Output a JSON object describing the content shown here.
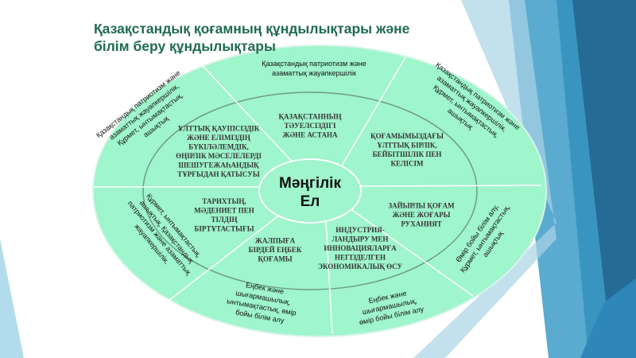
{
  "title_line1": "Қазақстандық қоғамның құндылықтары және",
  "title_line2": "білім беру құндылықтары",
  "center": {
    "line1": "Мәңгілік",
    "line2": "Ел"
  },
  "inner_segments": [
    [
      "ҚАЗАҚСТАННЫҢ",
      "ТӘУЕЛСІЗДІГІ",
      "ЖӘНЕ АСТАНА"
    ],
    [
      "ҚОҒАМЫМЫЗДАҒЫ",
      "ҰЛТТЫҚ БІРЛІК,",
      "БЕЙБІТШІЛІК ПЕН",
      "КЕЛІСІМ"
    ],
    [
      "ЗАЙЫРЛЫ ҚОҒАМ",
      "ЖӘНЕ ЖОҒАРЫ",
      "РУХАНИЯТ"
    ],
    [
      "ИНДУСТРИЯ-",
      "ЛАНДЫРУ МЕН",
      "ИННОВАЦИЯЛАРҒА",
      "НЕГІЗДЕЛГЕН",
      "ЭКОНОМИКАЛЫҚ ӨСУ"
    ],
    [
      "ЖАЛПЫҒА",
      "БІРДЕЙ ЕҢБЕК",
      "ҚОҒАМЫ"
    ],
    [
      "ТАРИХТЫҢ,",
      "МӘДЕНИЕТ ПЕН",
      "ТІЛДІҢ",
      "БІРТҰТАСТЫҒЫ"
    ],
    [
      "ҰЛТТЫҚ ҚАУІПСІЗДІК",
      "ЖӘНЕ ЕЛІМІЗДІҢ",
      "БҮКІЛӘЛЕМДІК,",
      "ӨҢІРЛІК МӘСЕЛЕЛЕРДІ",
      "ШЕШУГЕЖАҺАНДЫҚ",
      "ТҰРҒЫДАН  ҚАТЫСУЫ"
    ]
  ],
  "outer_segments": [
    [
      "Қазақстандық патриотизм және",
      "азаматтық жауапкершілік"
    ],
    [
      "Қазақстандық патриотизм және",
      "азаматтық жауапкершілік,",
      "Құрмет, ынтымақтастық,",
      "ашықтық"
    ],
    [
      "Өмір бойы білім алу,",
      "Құрмет, ынтымақтастық,",
      "ашықтық"
    ],
    [
      "Еңбек және",
      "шығармашылық,",
      "өмір бойы білім алу"
    ],
    [
      "Еңбек және",
      "шығармашылық,",
      "ынтымақтастық, өмір",
      "бойы білім алу"
    ],
    [
      "Құрмет, ынтымақтастық,",
      "ашықтық, Қазақстандық",
      "патриотизм және азаматтық",
      "жауапкершілік,"
    ],
    [
      "Қазақстандық патриотизм және",
      "азаматтық жауапкершілік,",
      "Құрмет, ынтымақтастық,",
      "ашықтық"
    ]
  ],
  "colors": {
    "fill": "#9ff5cc",
    "title": "#1f6b4f",
    "blue_dark": "#256b96",
    "blue_mid": "#3d9cc7",
    "blue_light": "#a9d3e6"
  }
}
